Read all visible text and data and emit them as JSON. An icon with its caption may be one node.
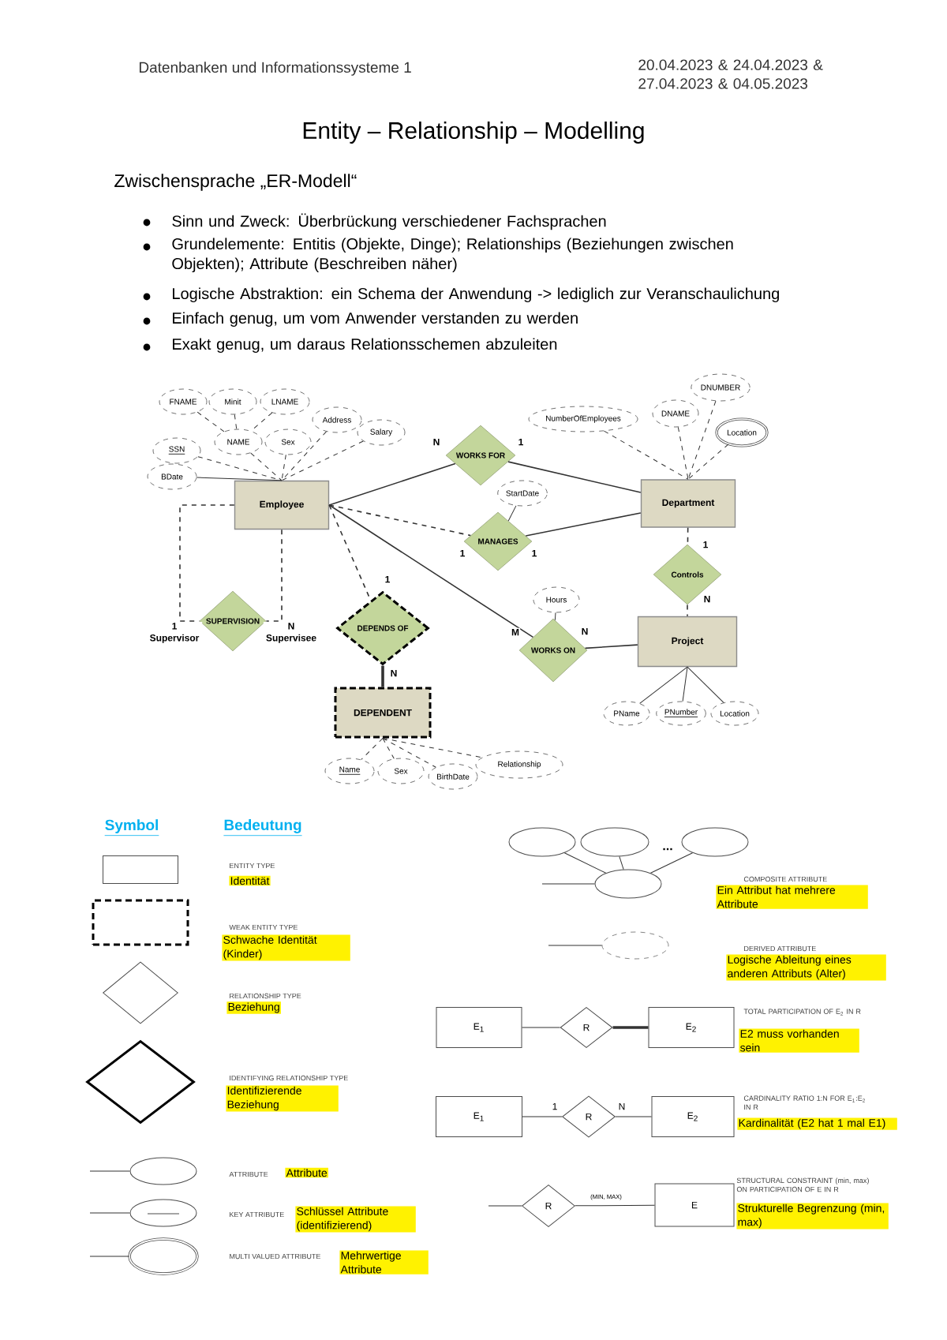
{
  "diagram": {
    "title": "Entity – Relationship – Modelling",
    "nodes": [
      {
        "text": [
          "FNAME"
        ]
      },
      {
        "text": [
          "Minit"
        ]
      },
      {
        "text": [
          "LNAME"
        ]
      },
      {
        "text": [
          "Address"
        ]
      },
      {
        "text": [
          "Salary"
        ]
      },
      {
        "text": [
          "NAME"
        ]
      },
      {
        "text": [
          "Sex"
        ]
      },
      {
        "text": [
          "SSN"
        ]
      },
      {
        "text": [
          "BDate"
        ]
      },
      {
        "text": [
          "Employee"
        ]
      },
      {
        "text": [
          "NumberOfEmployees"
        ]
      },
      {
        "text": [
          "DNAME"
        ]
      },
      {
        "text": [
          "DNUMBER"
        ]
      },
      {
        "text": [
          "Location"
        ]
      },
      {
        "text": [
          "Department"
        ]
      },
      {
        "text": [
          "WORKS FOR"
        ]
      },
      {
        "text": [
          "StartDate"
        ]
      },
      {
        "text": [
          "MANAGES"
        ]
      },
      {
        "text": [
          "Controls"
        ]
      },
      {
        "text": [
          "Project"
        ]
      },
      {
        "text": [
          "Hours"
        ]
      },
      {
        "text": [
          "WORKS ON"
        ]
      },
      {
        "text": [
          "SUPERVISION"
        ]
      },
      {
        "text": [
          "DEPENDS OF"
        ]
      },
      {
        "text": [
          "DEPENDENT"
        ]
      },
      {
        "text": [
          "PName"
        ]
      },
      {
        "text": [
          "PNumber"
        ]
      },
      {
        "text": [
          "Location"
        ]
      },
      {
        "text": [
          "Name"
        ]
      },
      {
        "text": [
          "Sex"
        ]
      },
      {
        "text": [
          "BirthDate"
        ]
      },
      {
        "text": [
          "Relationship"
        ]
      },
      {
        "text": [],
        "shape": "box"
      },
      {
        "text": [],
        "shape": "box"
      },
      {
        "text": [],
        "shape": "diamond"
      },
      {
        "text": [],
        "shape": "diamond"
      },
      {
        "text": [],
        "shape": "ellipse"
      },
      {
        "text": [],
        "shape": "ellipse"
      },
      {
        "text": [],
        "shape": "ellipse"
      },
      {
        "text": [],
        "shape": "ellipse"
      },
      {
        "text": [],
        "shape": "ellipse"
      },
      {
        "text": [],
        "shape": "ellipse"
      },
      {
        "text": [],
        "shape": "ellipse"
      },
      {
        "text": [],
        "shape": "ellipse"
      },
      {
        "text": [
          "E$_{1}$"
        ]
      },
      {
        "text": [
          "R"
        ]
      },
      {
        "text": [
          "E$_{2}$"
        ]
      },
      {
        "text": [
          "E$_{1}$"
        ]
      },
      {
        "text": [
          "R"
        ]
      },
      {
        "text": [
          "E$_{2}$"
        ]
      },
      {
        "text": [
          "R"
        ]
      },
      {
        "text": [
          "E"
        ]
      }
    ],
    "edges": [
      {
        "from": 0,
        "to": 5,
        "arrow": "none",
        "style": "dashed"
      },
      {
        "from": 1,
        "to": 5,
        "arrow": "none",
        "style": "dashed"
      },
      {
        "from": 2,
        "to": 5,
        "arrow": "none",
        "style": "dashed"
      },
      {
        "from": 5,
        "to": 9,
        "arrow": "none",
        "style": "dashed"
      },
      {
        "from": 6,
        "to": 9,
        "arrow": "none",
        "style": "dashed"
      },
      {
        "from": 3,
        "to": 9,
        "arrow": "none",
        "style": "dashed"
      },
      {
        "from": 4,
        "to": 9,
        "arrow": "none",
        "style": "dashed"
      },
      {
        "from": 7,
        "to": 9,
        "arrow": "none",
        "style": "dashed"
      },
      {
        "from": 8,
        "to": 9,
        "arrow": "none"
      },
      {
        "from": 10,
        "to": 14,
        "arrow": "none",
        "style": "dashed"
      },
      {
        "from": 11,
        "to": 14,
        "arrow": "none",
        "style": "dashed"
      },
      {
        "from": 12,
        "to": 14,
        "arrow": "none",
        "style": "dashed"
      },
      {
        "from": 13,
        "to": 14,
        "arrow": "none",
        "style": "dashed"
      },
      {
        "from": 9,
        "to": 15,
        "arrow": "none",
        "label": "N"
      },
      {
        "from": 15,
        "to": 14,
        "arrow": "none",
        "label": "1"
      },
      {
        "from": 16,
        "to": 17,
        "arrow": "none"
      },
      {
        "from": 9,
        "to": 17,
        "arrow": "none",
        "style": "dashed",
        "label": "1"
      },
      {
        "from": 17,
        "to": 14,
        "arrow": "none",
        "label": "1"
      },
      {
        "from": 14,
        "to": 18,
        "arrow": "none",
        "style": "dashed",
        "label": "1"
      },
      {
        "from": 18,
        "to": 19,
        "arrow": "none",
        "style": "dashed",
        "label": "N"
      },
      {
        "from": 20,
        "to": 21,
        "arrow": "none"
      },
      {
        "from": 9,
        "to": 21,
        "arrow": "none",
        "label": "M"
      },
      {
        "from": 21,
        "to": 19,
        "arrow": "none",
        "label": "N"
      },
      {
        "from": 9,
        "to": 22,
        "arrow": "none",
        "style": "dashed",
        "label": "1 Supervisor"
      },
      {
        "from": 9,
        "to": 22,
        "arrow": "none",
        "style": "dashed",
        "label": "N Supervisee"
      },
      {
        "from": 9,
        "to": 23,
        "arrow": "none",
        "style": "dashed",
        "label": "1"
      },
      {
        "from": 23,
        "to": 24,
        "arrow": "none",
        "style": "thick",
        "label": "N"
      },
      {
        "from": 19,
        "to": 25,
        "arrow": "none"
      },
      {
        "from": 19,
        "to": 26,
        "arrow": "none"
      },
      {
        "from": 19,
        "to": 27,
        "arrow": "none"
      },
      {
        "from": 24,
        "to": 28,
        "arrow": "none",
        "style": "dashed"
      },
      {
        "from": 24,
        "to": 29,
        "arrow": "none",
        "style": "dashed"
      },
      {
        "from": 24,
        "to": 30,
        "arrow": "none",
        "style": "dashed"
      },
      {
        "from": 24,
        "to": 31,
        "arrow": "none",
        "style": "dashed"
      },
      {
        "from": null,
        "to": 36,
        "arrow": "none"
      },
      {
        "from": null,
        "to": 37,
        "arrow": "none"
      },
      {
        "from": null,
        "to": 38,
        "arrow": "none"
      },
      {
        "from": 39,
        "to": 42,
        "arrow": "none"
      },
      {
        "from": 40,
        "to": 42,
        "arrow": "none"
      },
      {
        "from": 41,
        "to": 42,
        "arrow": "none"
      },
      {
        "from": null,
        "to": 42,
        "arrow": "none"
      },
      {
        "from": null,
        "to": 43,
        "arrow": "none"
      },
      {
        "from": 44,
        "to": 45,
        "arrow": "none"
      },
      {
        "from": 45,
        "to": 46,
        "arrow": "none",
        "style": "thick"
      },
      {
        "from": 47,
        "to": 48,
        "arrow": "none",
        "label": "1"
      },
      {
        "from": 48,
        "to": 49,
        "arrow": "none",
        "label": "N"
      },
      {
        "from": null,
        "to": 50,
        "arrow": "none"
      },
      {
        "from": 50,
        "to": 51,
        "arrow": "none",
        "label": "(MIN, MAX)"
      }
    ],
    "labels": [
      "Datenbanken und Informationssysteme 1",
      "20.04.2023 & 24.04.2023 & 27.04.2023 & 04.05.2023",
      "Zwischensprache „ER-Modell“",
      "Sinn und Zweck: Überbrückung verschiedener Fachsprachen",
      "Grundelemente: Entitis (Objekte, Dinge); Relationships (Beziehungen zwischen Objekten); Attribute (Beschreiben näher)",
      "Logische Abstraktion: ein Schema der Anwendung -> lediglich zur Veranschaulichung",
      "Einfach genug, um vom Anwender verstanden zu werden",
      "Exakt genug, um daraus Relationsschemen abzuleiten",
      "Symbol",
      "Bedeutung",
      "ENTITY TYPE",
      "Identität",
      "WEAK ENTITY TYPE",
      "Schwache Identität (Kinder)",
      "RELATIONSHIP TYPE",
      "Beziehung",
      "IDENTIFYING RELATIONSHIP TYPE",
      "Identifizierende Beziehung",
      "ATTRIBUTE",
      "Attribute",
      "KEY ATTRIBUTE",
      "Schlüssel Attribute (identifizierend)",
      "MULTI VALUED ATTRIBUTE",
      "Mehrwertige Attribute",
      "...",
      "COMPOSITE ATTRIBUTE",
      "Ein Attribut hat mehrere Attribute",
      "DERIVED ATTRIBUTE",
      "Logische Ableitung eines anderen Attributs (Alter)",
      "TOTAL PARTICIPATION OF E$_{2}$ IN R",
      "E2 muss vorhanden sein",
      "CARDINALITY RATIO 1:N FOR E$_{1}$:E$_{2}$ IN R",
      "Kardinalität (E2 hat 1 mal E1)",
      "STRUCTURAL CONSTRAINT (min, max) ON PARTICIPATION OF E IN R",
      "Strukturelle Begrenzung (min, max)"
    ]
  }
}
